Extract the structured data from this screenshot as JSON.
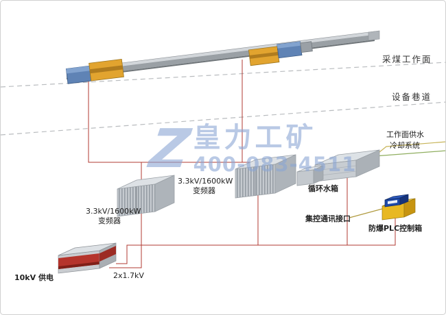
{
  "zones": {
    "working_face": "采煤工作面",
    "equipment_roadway": "设备巷道"
  },
  "pipes": {
    "water_supply": "工作面供水",
    "cooling_system": "冷却系统"
  },
  "equipment": {
    "converter_upper": {
      "rating": "3.3kV/1600kW",
      "name": "变频器"
    },
    "converter_lower": {
      "rating": "3.3kV/1600kW",
      "name": "变频器"
    },
    "water_tank": {
      "name": "循环水箱"
    },
    "comm_interface": {
      "name": "集控通讯接口"
    },
    "plc_box": {
      "name": "防爆PLC控制箱"
    },
    "power_supply": {
      "name": "10kV 供电"
    },
    "output_voltage": "2x1.7kV"
  },
  "watermark": {
    "logo": "Z",
    "brand": "皇力工矿",
    "phone": "400-083-4511"
  },
  "colors": {
    "power_line": "#b03a30",
    "water_line": "#c7b458",
    "cooling_line": "#8fae5f",
    "motor_yellow": "#e2a42f",
    "motor_blue": "#5f83b5",
    "plc_yellow": "#e8b822",
    "plc_blue": "#1e49a8",
    "power_unit_red": "#b5342c",
    "watermark_blue": "#9db4d8",
    "zone_divider": "#b8bbbe"
  }
}
